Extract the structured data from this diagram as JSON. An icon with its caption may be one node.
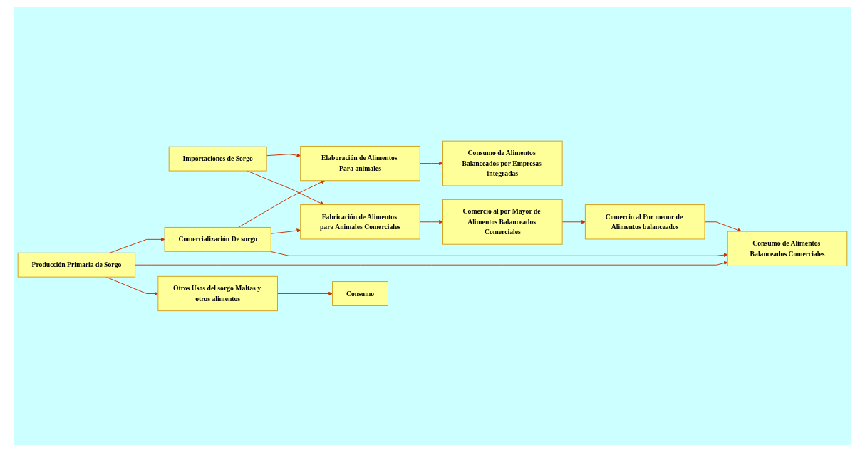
{
  "diagram": {
    "nodes": [
      {
        "text": [
          "Importaciones de Sorgo"
        ]
      },
      {
        "text": [
          "Elaboración de Alimentos Para animales"
        ]
      },
      {
        "text": [
          "Consumo de Alimentos Balanceados por Empresas integradas"
        ]
      },
      {
        "text": [
          "Comercialización De sorgo"
        ]
      },
      {
        "text": [
          "Fabricación de Alimentos para Animales Comerciales"
        ]
      },
      {
        "text": [
          "Comercio al por Mayor de Alimentos Balanceados Comerciales"
        ]
      },
      {
        "text": [
          "Comercio al Por menor de Alimentos balanceados"
        ]
      },
      {
        "text": [
          "Producción Primaria de Sorgo"
        ]
      },
      {
        "text": [
          "Consumo de Alimentos Balanceados Comerciales"
        ]
      },
      {
        "text": [
          "Otros Usos del sorgo Maltas y otros alimentos"
        ]
      },
      {
        "text": [
          "Consumo"
        ]
      }
    ],
    "edges": [
      {
        "from": 0,
        "to": 1,
        "arrow": "to"
      },
      {
        "from": 0,
        "to": 4,
        "arrow": "to"
      },
      {
        "from": 3,
        "to": 1,
        "arrow": "to"
      },
      {
        "from": 3,
        "to": 4,
        "arrow": "to"
      },
      {
        "from": 1,
        "to": 2,
        "arrow": "to"
      },
      {
        "from": 4,
        "to": 5,
        "arrow": "to"
      },
      {
        "from": 5,
        "to": 6,
        "arrow": "to"
      },
      {
        "from": 6,
        "to": 8,
        "arrow": "to"
      },
      {
        "from": 7,
        "to": 3,
        "arrow": "to"
      },
      {
        "from": 3,
        "to": 8,
        "arrow": "to"
      },
      {
        "from": 7,
        "to": 8,
        "arrow": "to"
      },
      {
        "from": 7,
        "to": 9,
        "arrow": "to"
      },
      {
        "from": 9,
        "to": 10,
        "arrow": "to"
      }
    ]
  }
}
